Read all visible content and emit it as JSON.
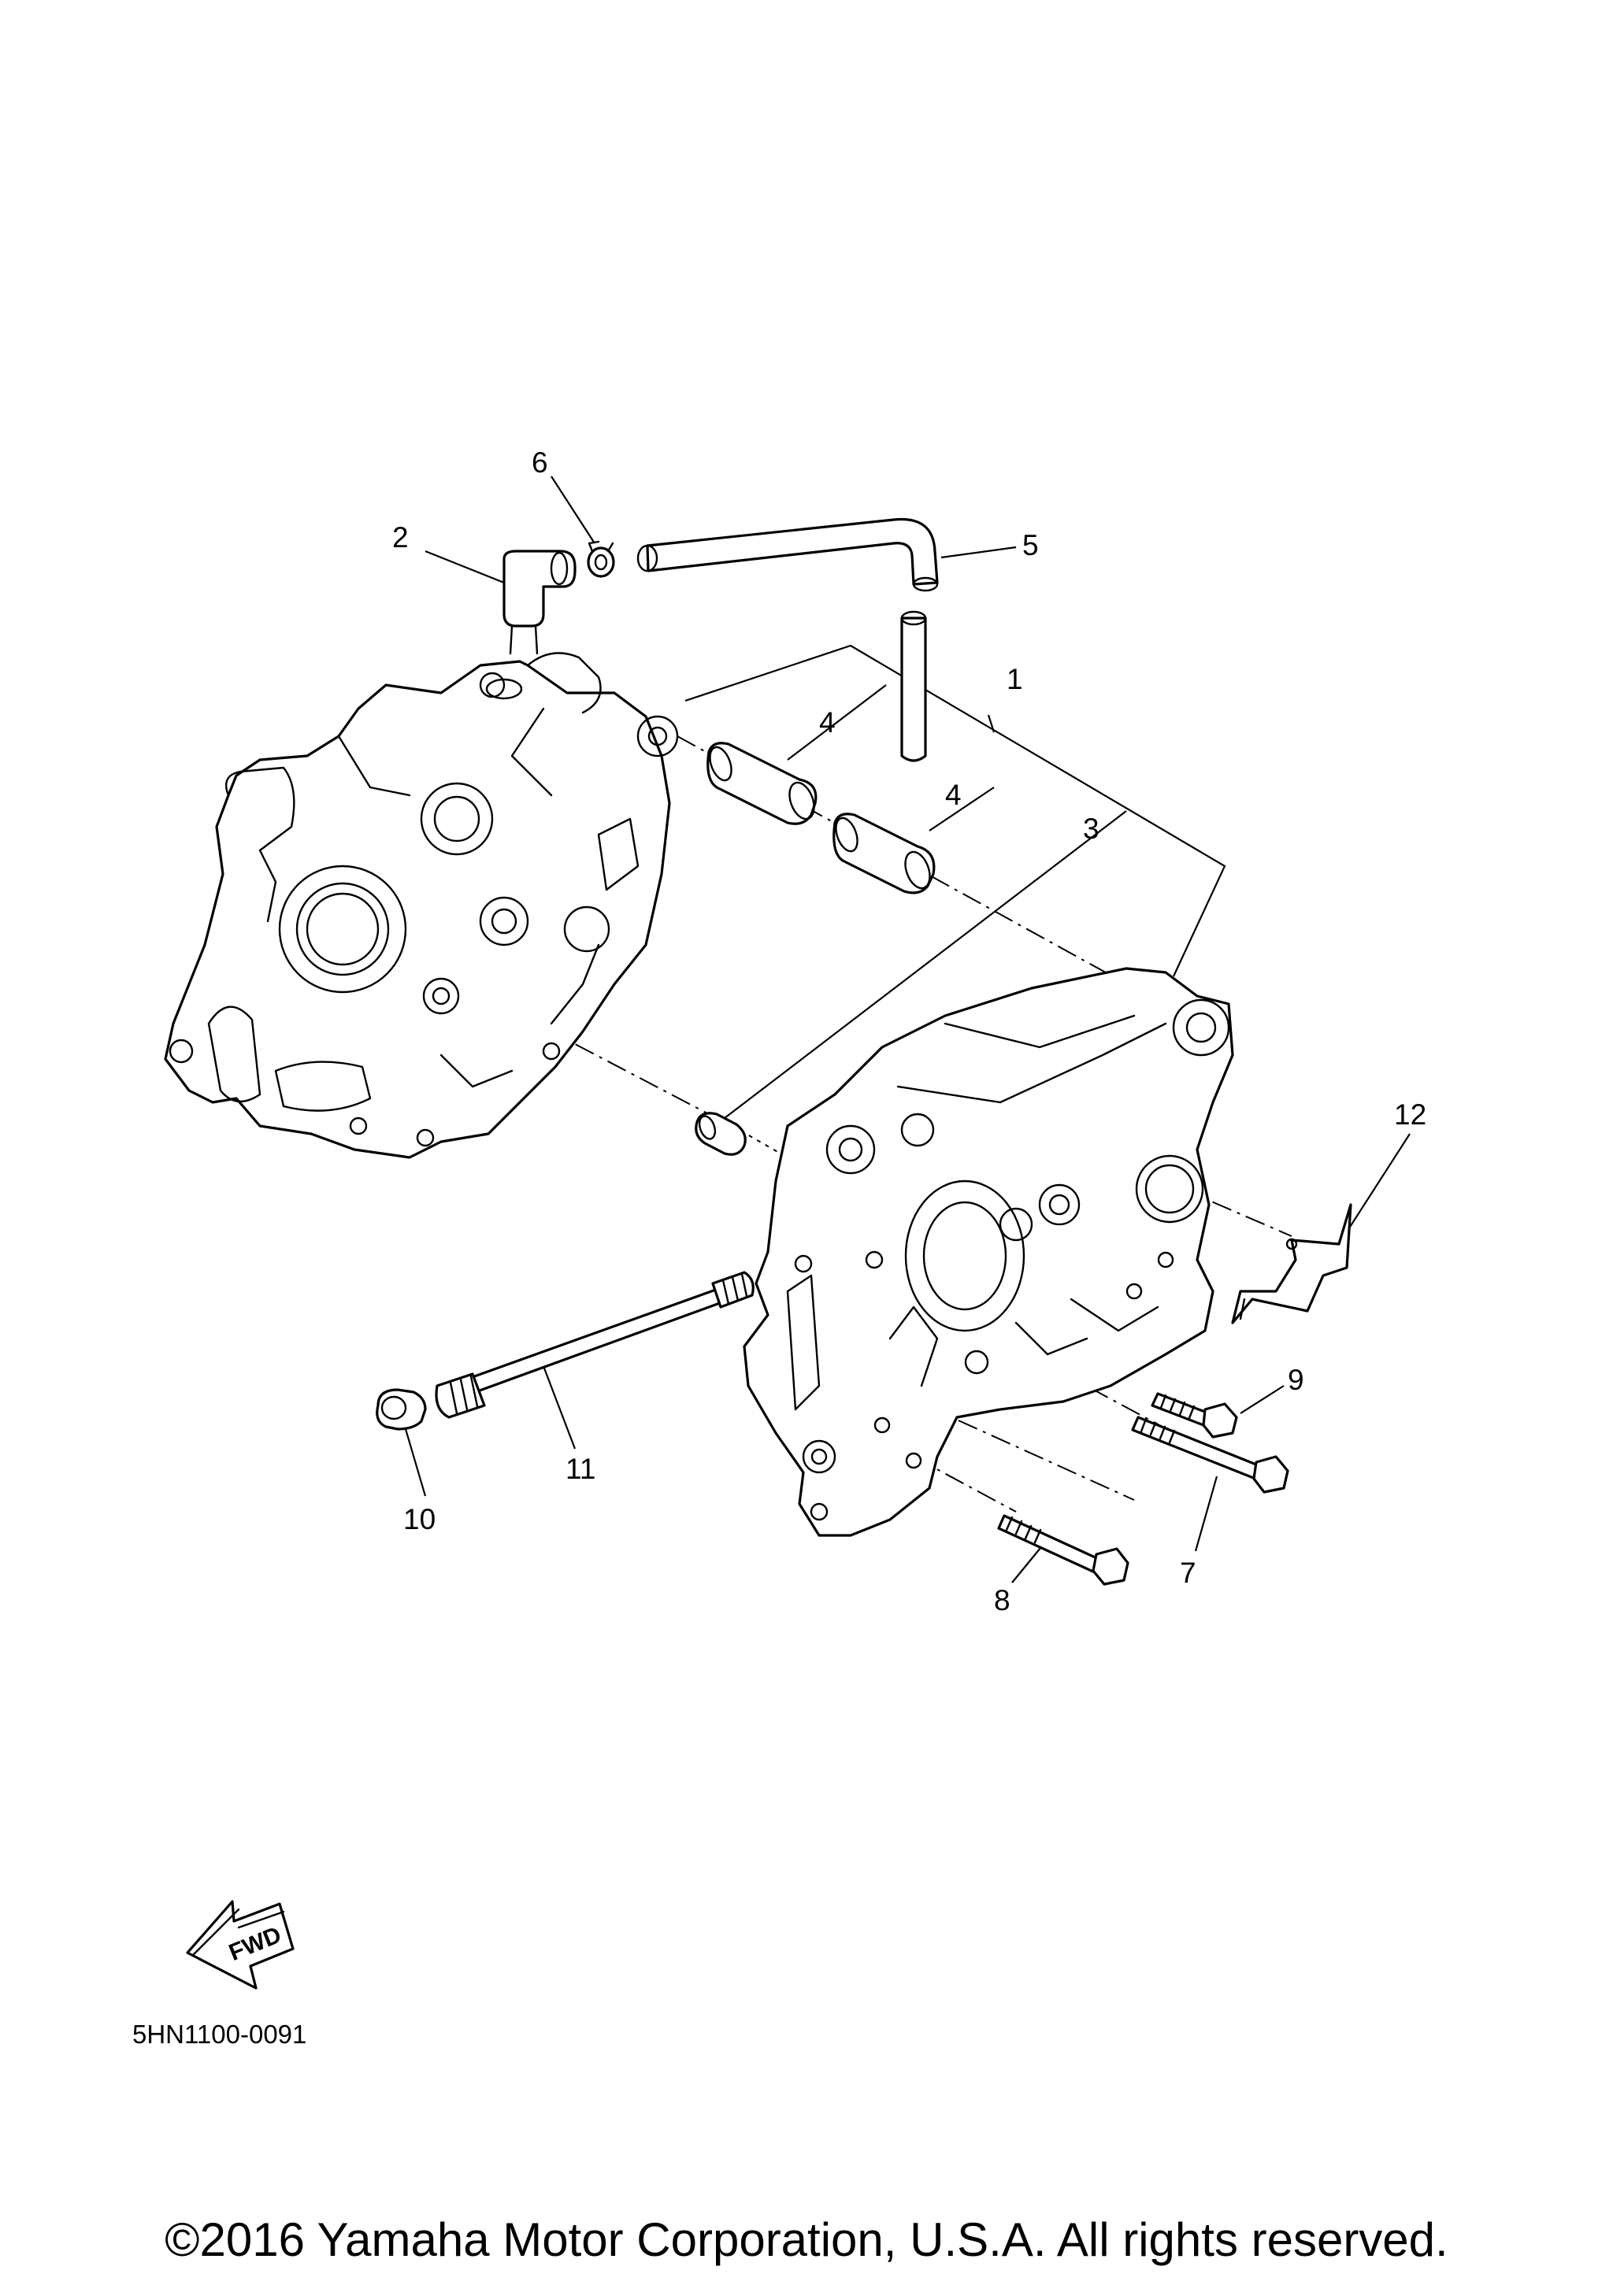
{
  "callouts": {
    "c1": "1",
    "c2": "2",
    "c3": "3",
    "c4a": "4",
    "c4b": "4",
    "c5": "5",
    "c6": "6",
    "c7": "7",
    "c8": "8",
    "c9": "9",
    "c10": "10",
    "c11": "11",
    "c12": "12"
  },
  "fwd_label": "FWD",
  "diagram_code": "5HN1100-0091",
  "copyright": "©2016 Yamaha Motor Corporation, U.S.A. All rights reserved."
}
